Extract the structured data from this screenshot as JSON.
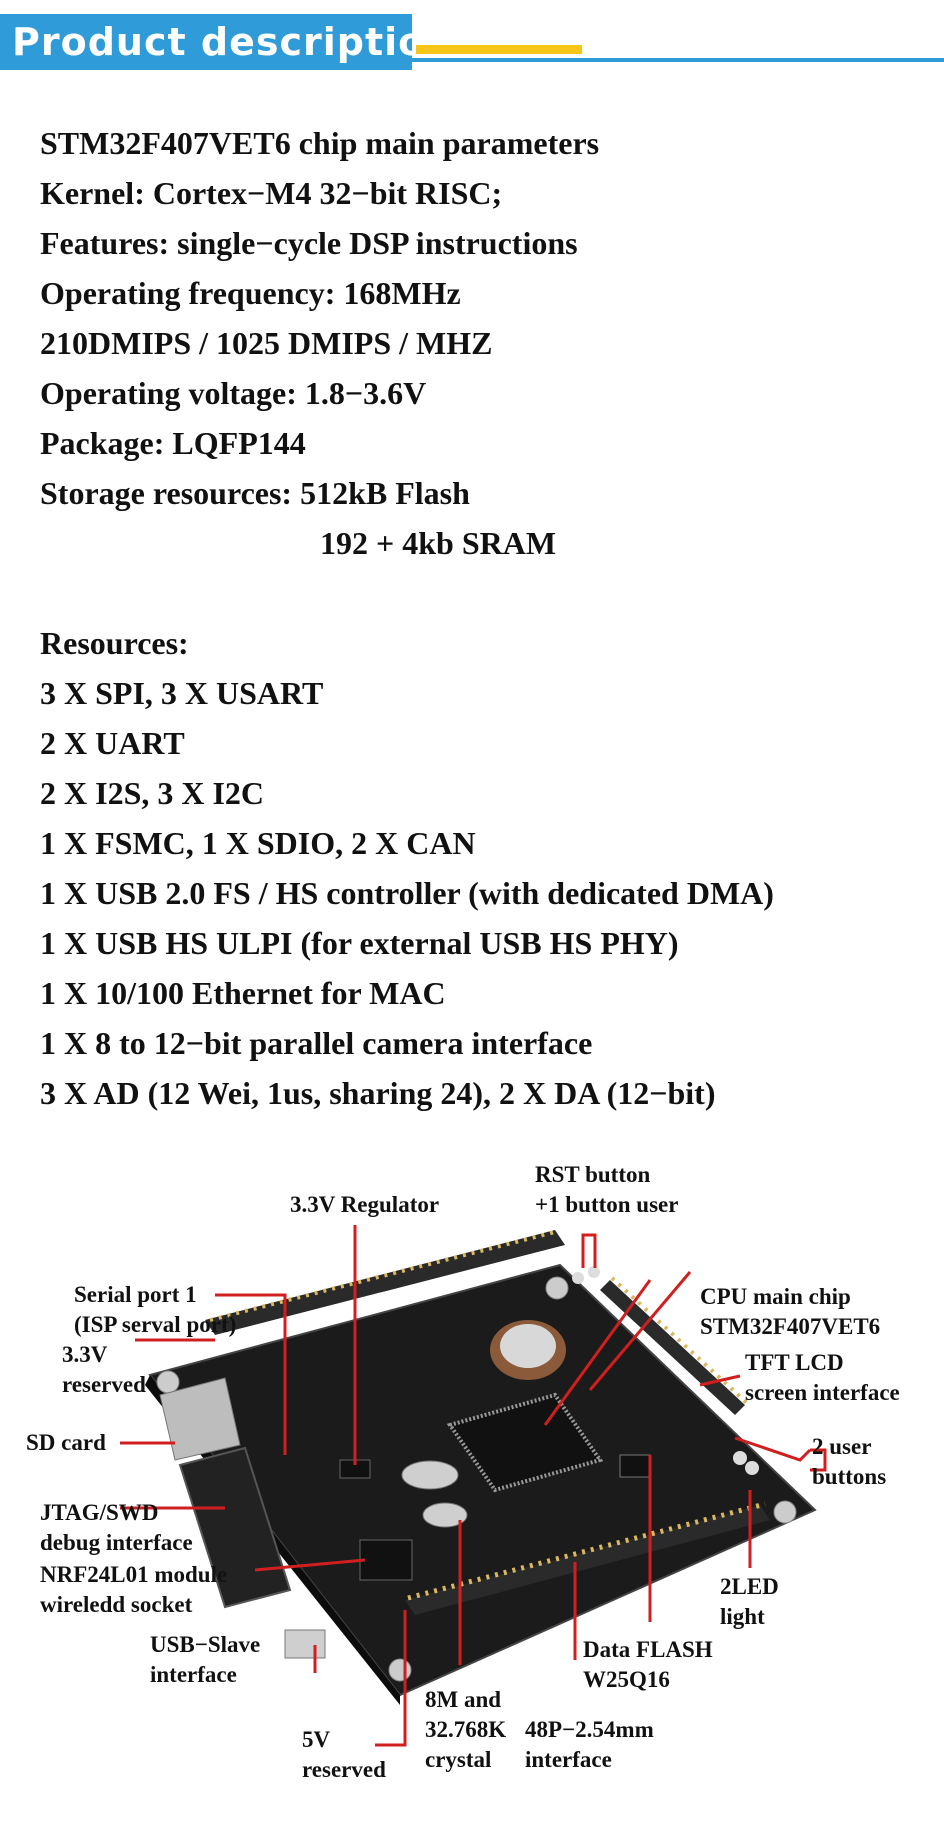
{
  "header": {
    "title": "Product description"
  },
  "specs": [
    "STM32F407VET6 chip main parameters",
    "Kernel: Cortex−M4 32−bit RISC;",
    "Features: single−cycle DSP instructions",
    "Operating frequency: 168MHz",
    "210DMIPS / 1025 DMIPS / MHZ",
    "Operating voltage: 1.8−3.6V",
    "Package: LQFP144",
    "Storage resources: 512kB Flash",
    "192 + 4kb SRAM"
  ],
  "resources": [
    "Resources:",
    "3 X SPI, 3 X USART",
    "2 X UART",
    "2 X I2S, 3 X I2C",
    "1 X FSMC, 1 X SDIO, 2 X CAN",
    "1 X USB 2.0 FS / HS controller (with dedicated DMA)",
    "1 X USB HS ULPI (for external USB HS PHY)",
    "1 X 10/100 Ethernet for MAC",
    "1 X 8 to 12−bit parallel camera interface",
    "3 X AD (12 Wei, 1us, sharing 24), 2 X DA (12−bit)"
  ],
  "board": {
    "chip_label": "STM32F407VET6",
    "callouts": {
      "rst": [
        "RST button",
        "+1 button user"
      ],
      "regulator": [
        "3.3V Regulator"
      ],
      "serial": [
        "Serial port 1",
        "(ISP serval port)"
      ],
      "v33": [
        "3.3V",
        "reserved"
      ],
      "sd": [
        "SD card"
      ],
      "jtag": [
        "JTAG/SWD",
        "debug interface"
      ],
      "nrf": [
        "NRF24L01 module",
        "wireledd socket"
      ],
      "usb": [
        "USB−Slave",
        "interface"
      ],
      "v5": [
        "5V",
        "reserved"
      ],
      "crystal": [
        "8M and",
        "32.768K",
        "crystal"
      ],
      "pins": [
        "48P−2.54mm",
        "interface"
      ],
      "flash": [
        "Data FLASH",
        "W25Q16"
      ],
      "led": [
        "2LED",
        "light"
      ],
      "userbtn": [
        "2 user",
        "buttons"
      ],
      "tft": [
        "TFT LCD",
        "screen interface"
      ],
      "cpu": [
        "CPU main chip",
        "STM32F407VET6"
      ]
    }
  },
  "colors": {
    "accent": "#2f9bd8",
    "yellow": "#f5c518",
    "callout_line": "#d11f1f",
    "pcb": "#1b1b1b"
  }
}
